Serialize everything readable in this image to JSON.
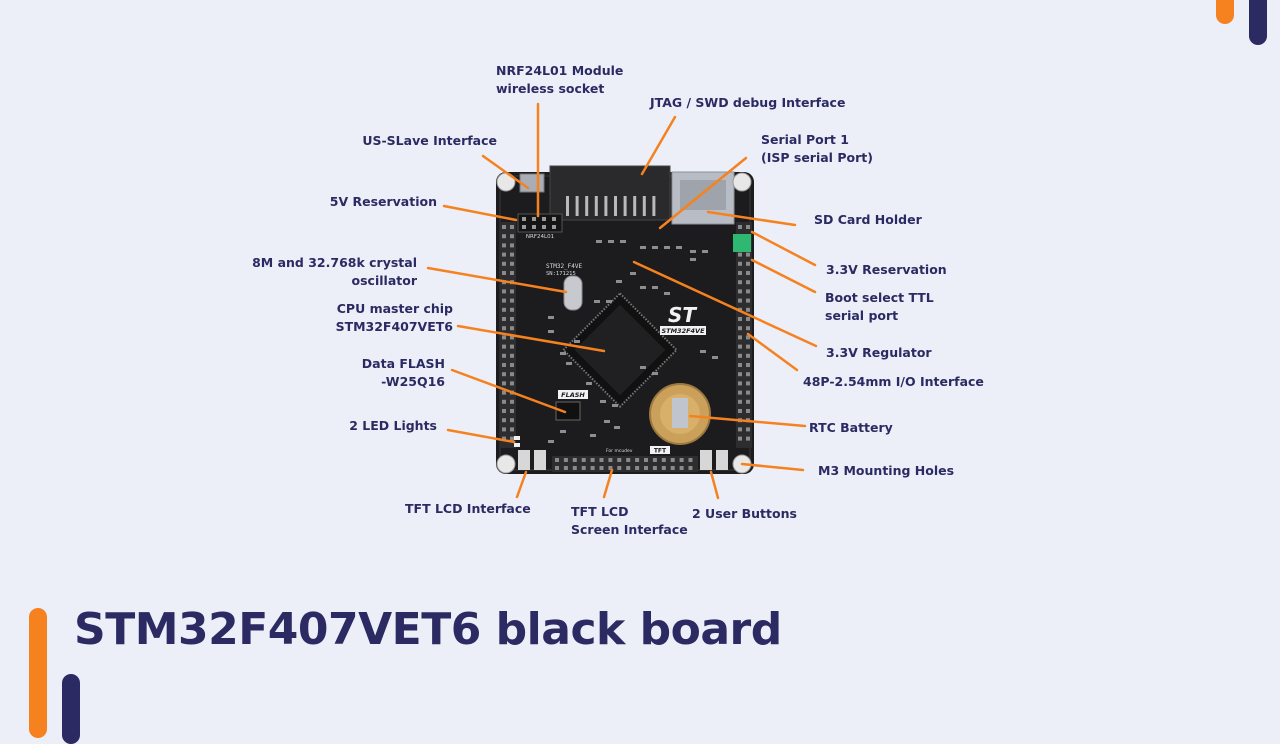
{
  "title": "STM32F407VET6 black board",
  "colors": {
    "background": "#eceff8",
    "accent_orange": "#f5821f",
    "accent_navy": "#2b2a62",
    "board": "#1c1c1e",
    "pin_header": "#2d2d30"
  },
  "board": {
    "logo": "ST",
    "model": "STM32F4VE",
    "silk_nrf": "NRF24L01",
    "silk_model": "STM32_F4VE",
    "silk_sn": "SN:171215",
    "flash": "FLASH",
    "tft": "TFT",
    "maker": "For mcudev"
  },
  "labels": [
    {
      "id": "nrf",
      "text": "NRF24L01 Module\nwireless socket"
    },
    {
      "id": "jtag",
      "text": "JTAG / SWD debug Interface"
    },
    {
      "id": "usb",
      "text": "US-SLave Interface"
    },
    {
      "id": "serial",
      "text": "Serial Port 1\n(ISP serial Port)"
    },
    {
      "id": "v5",
      "text": "5V Reservation"
    },
    {
      "id": "sd",
      "text": "SD Card Holder"
    },
    {
      "id": "v33res",
      "text": "3.3V Reservation"
    },
    {
      "id": "crystal",
      "text": "8M and 32.768k crystal\noscillator"
    },
    {
      "id": "boot",
      "text": "Boot select TTL\nserial port"
    },
    {
      "id": "cpu",
      "text": "CPU master chip\nSTM32F407VET6"
    },
    {
      "id": "v33reg",
      "text": "3.3V Regulator"
    },
    {
      "id": "dflash",
      "text": "Data FLASH\n-W25Q16"
    },
    {
      "id": "io",
      "text": "48P-2.54mm I/O Interface"
    },
    {
      "id": "led",
      "text": "2 LED Lights"
    },
    {
      "id": "rtc",
      "text": "RTC Battery"
    },
    {
      "id": "m3",
      "text": "M3 Mounting Holes"
    },
    {
      "id": "tftif",
      "text": "TFT LCD Interface"
    },
    {
      "id": "tftscreen",
      "text": "TFT LCD\nScreen Interface"
    },
    {
      "id": "buttons",
      "text": "2 User Buttons"
    }
  ]
}
